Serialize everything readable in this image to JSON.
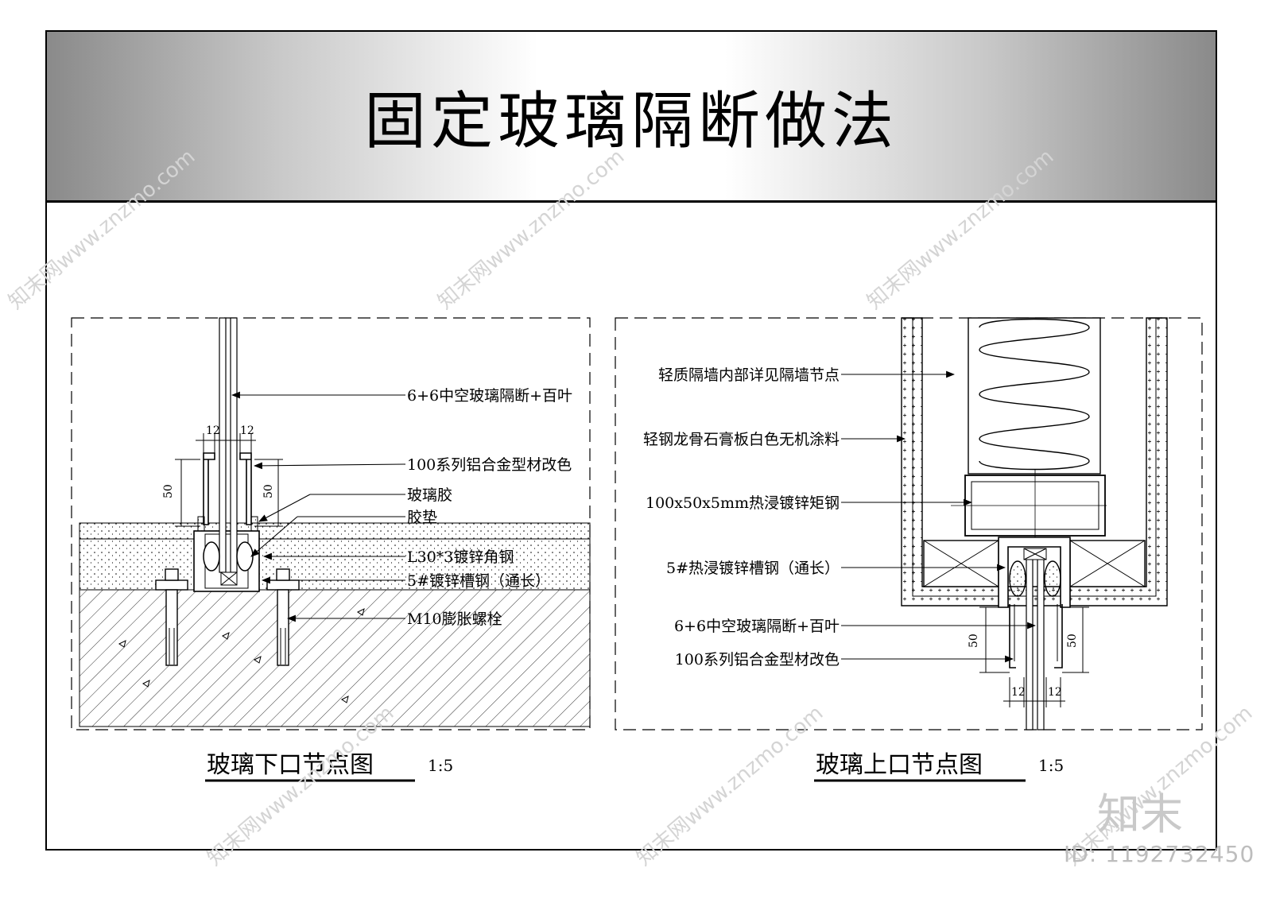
{
  "title": "固定玻璃隔断做法",
  "bottom_detail": {
    "caption": "玻璃下口节点图",
    "scale": "1:5",
    "labels": [
      "6+6中空玻璃隔断+百叶",
      "100系列铝合金型材改色",
      "玻璃胶",
      "胶垫",
      "L30*3镀锌角钢",
      "5#镀锌槽钢（通长）",
      "M10膨胀螺栓"
    ],
    "dims": {
      "left_gap": "12",
      "right_gap": "12",
      "left_height": "50",
      "right_height": "50"
    }
  },
  "top_detail": {
    "caption": "玻璃上口节点图",
    "scale": "1:5",
    "labels": [
      "轻质隔墙内部详见隔墙节点",
      "轻钢龙骨石膏板白色无机涂料",
      "100x50x5mm热浸镀锌矩钢",
      "5#热浸镀锌槽钢（通长）",
      "6+6中空玻璃隔断+百叶",
      "100系列铝合金型材改色"
    ],
    "dims": {
      "left_gap": "12",
      "right_gap": "12",
      "left_height": "50",
      "right_height": "50"
    }
  },
  "watermark": "知末网www.znzmo.com",
  "logo": "知末",
  "id_text": "ID: 1192732450"
}
